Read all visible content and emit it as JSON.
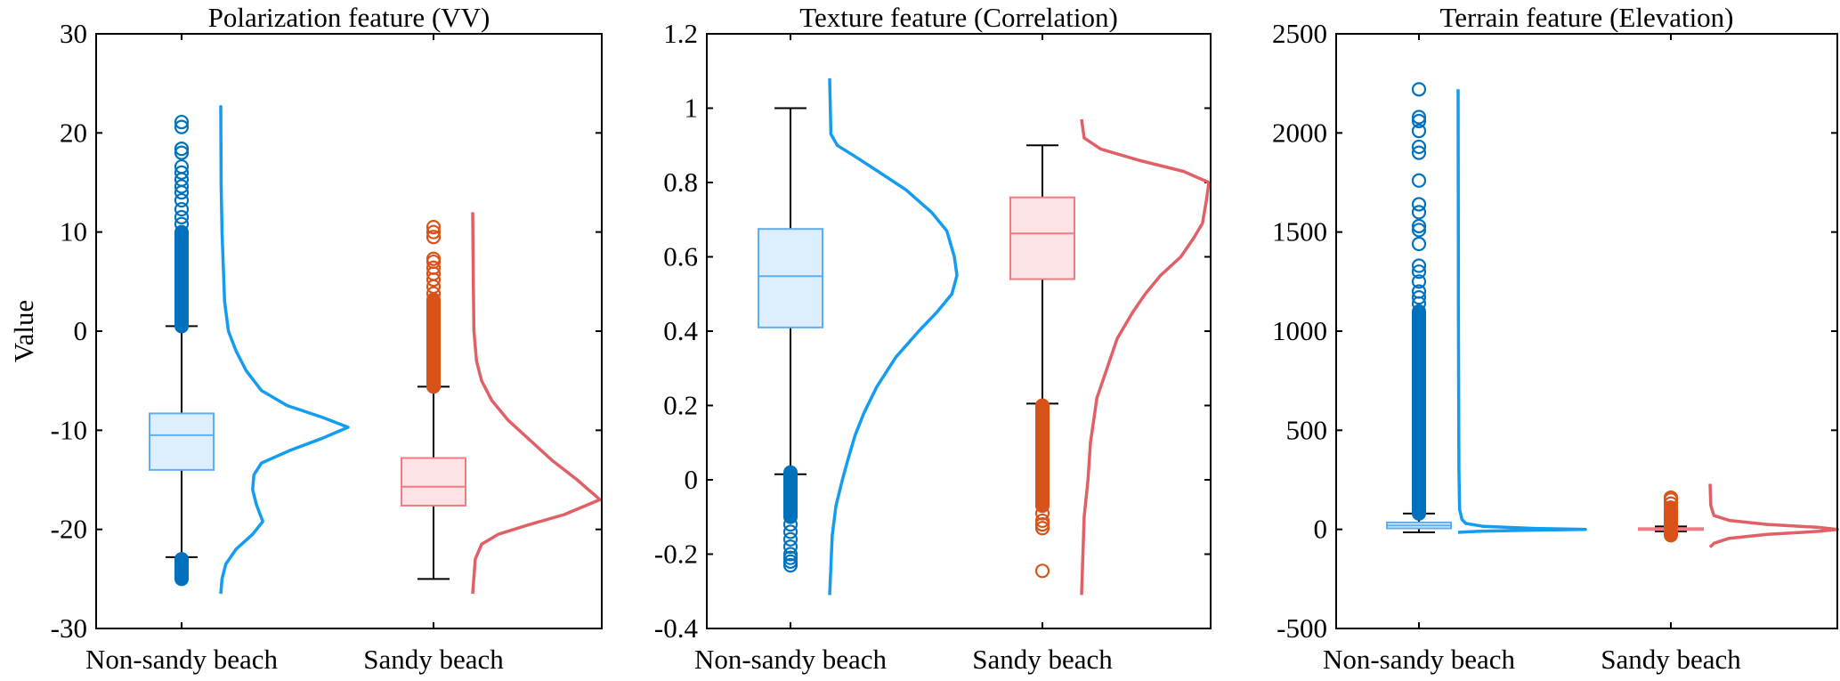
{
  "colors": {
    "outlier_nonsandy": "#0072BD",
    "outlier_sandy": "#D95319",
    "kde_nonsandy": "#139CF0",
    "kde_sandy": "#E06066",
    "box_nonsandy_edge": "#5EAEF0",
    "box_nonsandy_fill": "#DDEEFD",
    "box_sandy_edge": "#F07B80",
    "box_sandy_fill": "#FDE3E5"
  },
  "ylabel": "Value",
  "chart_data": [
    {
      "type": "box",
      "title": "Polarization feature (VV)",
      "ylim": [
        -30,
        30
      ],
      "yticks": [
        -30,
        -20,
        -10,
        0,
        10,
        20,
        30
      ],
      "ytick_labels": [
        "-30",
        "-20",
        "-10",
        "0",
        "10",
        "20",
        "30"
      ],
      "categories": [
        "Non-sandy beach",
        "Sandy beach"
      ],
      "series": [
        {
          "name": "Non-sandy beach",
          "q1": -14.0,
          "median": -10.5,
          "q3": -8.3,
          "whisker_low": -22.8,
          "whisker_high": 0.5,
          "dense_outliers": [
            [
              0.5,
              10.0
            ],
            [
              -25.0,
              -23.0
            ]
          ],
          "outliers": [
            10.8,
            11.5,
            12.3,
            13.2,
            14.0,
            14.6,
            15.3,
            16.0,
            16.6,
            18.0,
            18.4,
            20.6,
            21.1
          ],
          "kde": [
            [
              22.8,
              0
            ],
            [
              15,
              0.003
            ],
            [
              10,
              0.01
            ],
            [
              3,
              0.03
            ],
            [
              0,
              0.06
            ],
            [
              -2,
              0.12
            ],
            [
              -4,
              0.2
            ],
            [
              -6,
              0.32
            ],
            [
              -7.5,
              0.52
            ],
            [
              -8.7,
              0.8
            ],
            [
              -9.7,
              1.0
            ],
            [
              -10.8,
              0.8
            ],
            [
              -12,
              0.55
            ],
            [
              -13.3,
              0.32
            ],
            [
              -14.5,
              0.26
            ],
            [
              -16,
              0.25
            ],
            [
              -17.5,
              0.28
            ],
            [
              -19.2,
              0.33
            ],
            [
              -20.5,
              0.25
            ],
            [
              -22,
              0.12
            ],
            [
              -23.5,
              0.04
            ],
            [
              -25,
              0.01
            ],
            [
              -26.5,
              0
            ]
          ]
        },
        {
          "name": "Sandy beach",
          "q1": -17.6,
          "median": -15.7,
          "q3": -12.8,
          "whisker_low": -25.0,
          "whisker_high": -5.6,
          "dense_outliers": [
            [
              -5.6,
              3.2
            ]
          ],
          "outliers": [
            3.8,
            4.5,
            5.2,
            5.8,
            6.4,
            7.0,
            7.3,
            9.5,
            10.0,
            10.5
          ],
          "kde": [
            [
              12,
              0
            ],
            [
              5,
              0.005
            ],
            [
              0,
              0.01
            ],
            [
              -3,
              0.03
            ],
            [
              -5,
              0.07
            ],
            [
              -7,
              0.15
            ],
            [
              -9,
              0.28
            ],
            [
              -11,
              0.45
            ],
            [
              -13,
              0.62
            ],
            [
              -15,
              0.82
            ],
            [
              -17,
              1.0
            ],
            [
              -18.5,
              0.72
            ],
            [
              -19.5,
              0.45
            ],
            [
              -20.5,
              0.2
            ],
            [
              -21.5,
              0.07
            ],
            [
              -23,
              0.02
            ],
            [
              -26.5,
              0
            ]
          ]
        }
      ]
    },
    {
      "type": "box",
      "title": "Texture feature (Correlation)",
      "ylim": [
        -0.4,
        1.2
      ],
      "yticks": [
        -0.4,
        -0.2,
        0,
        0.2,
        0.4,
        0.6,
        0.8,
        1,
        1.2
      ],
      "ytick_labels": [
        "-0.4",
        "-0.2",
        "0",
        "0.2",
        "0.4",
        "0.6",
        "0.8",
        "1",
        "1.2"
      ],
      "categories": [
        "Non-sandy beach",
        "Sandy beach"
      ],
      "series": [
        {
          "name": "Non-sandy beach",
          "q1": 0.41,
          "median": 0.548,
          "q3": 0.675,
          "whisker_low": 0.015,
          "whisker_high": 1.0,
          "dense_outliers": [
            [
              -0.1,
              0.02
            ]
          ],
          "outliers": [
            -0.12,
            -0.14,
            -0.16,
            -0.18,
            -0.2,
            -0.21,
            -0.22,
            -0.23
          ],
          "kde": [
            [
              1.08,
              0
            ],
            [
              0.93,
              0.01
            ],
            [
              0.9,
              0.06
            ],
            [
              0.87,
              0.2
            ],
            [
              0.83,
              0.38
            ],
            [
              0.78,
              0.6
            ],
            [
              0.72,
              0.8
            ],
            [
              0.67,
              0.92
            ],
            [
              0.6,
              0.98
            ],
            [
              0.55,
              1.0
            ],
            [
              0.5,
              0.96
            ],
            [
              0.45,
              0.84
            ],
            [
              0.4,
              0.7
            ],
            [
              0.33,
              0.52
            ],
            [
              0.25,
              0.37
            ],
            [
              0.18,
              0.27
            ],
            [
              0.12,
              0.2
            ],
            [
              0.05,
              0.14
            ],
            [
              0,
              0.1
            ],
            [
              -0.07,
              0.05
            ],
            [
              -0.15,
              0.02
            ],
            [
              -0.31,
              0
            ]
          ]
        },
        {
          "name": "Sandy beach",
          "q1": 0.54,
          "median": 0.663,
          "q3": 0.76,
          "whisker_low": 0.205,
          "whisker_high": 0.9,
          "dense_outliers": [
            [
              -0.07,
              0.2
            ]
          ],
          "outliers": [
            -0.09,
            -0.11,
            -0.12,
            -0.13,
            -0.245
          ],
          "kde": [
            [
              0.97,
              0
            ],
            [
              0.92,
              0.02
            ],
            [
              0.89,
              0.15
            ],
            [
              0.86,
              0.45
            ],
            [
              0.83,
              0.8
            ],
            [
              0.8,
              1.0
            ],
            [
              0.75,
              0.98
            ],
            [
              0.69,
              0.95
            ],
            [
              0.65,
              0.88
            ],
            [
              0.6,
              0.78
            ],
            [
              0.55,
              0.62
            ],
            [
              0.5,
              0.5
            ],
            [
              0.45,
              0.4
            ],
            [
              0.38,
              0.28
            ],
            [
              0.3,
              0.2
            ],
            [
              0.22,
              0.12
            ],
            [
              0.1,
              0.07
            ],
            [
              0,
              0.05
            ],
            [
              -0.1,
              0.02
            ],
            [
              -0.31,
              0
            ]
          ]
        }
      ]
    },
    {
      "type": "box",
      "title": "Terrain feature (Elevation)",
      "ylim": [
        -500,
        2500
      ],
      "yticks": [
        -500,
        0,
        500,
        1000,
        1500,
        2000,
        2500
      ],
      "ytick_labels": [
        "-500",
        "0",
        "500",
        "1000",
        "1500",
        "2000",
        "2500"
      ],
      "categories": [
        "Non-sandy beach",
        "Sandy beach"
      ],
      "series": [
        {
          "name": "Non-sandy beach",
          "q1": 5,
          "median": 20,
          "q3": 35,
          "whisker_low": -15,
          "whisker_high": 80,
          "dense_outliers": [
            [
              80,
              1100
            ]
          ],
          "outliers": [
            1140,
            1170,
            1200,
            1250,
            1300,
            1330,
            1440,
            1510,
            1530,
            1600,
            1640,
            1760,
            1900,
            1930,
            2010,
            2060,
            2080,
            2220
          ],
          "kde": [
            [
              2220,
              0
            ],
            [
              1000,
              0.003
            ],
            [
              300,
              0.006
            ],
            [
              100,
              0.012
            ],
            [
              50,
              0.03
            ],
            [
              30,
              0.06
            ],
            [
              15,
              0.2
            ],
            [
              5,
              0.6
            ],
            [
              0,
              1.0
            ],
            [
              -5,
              0.5
            ],
            [
              -10,
              0.15
            ],
            [
              -15,
              0
            ]
          ]
        },
        {
          "name": "Sandy beach",
          "q1": -3,
          "median": 2,
          "q3": 6,
          "whisker_low": -10,
          "whisker_high": 15,
          "dense_outliers": [
            [
              15,
              110
            ],
            [
              -30,
              -10
            ]
          ],
          "outliers": [
            130,
            150,
            160
          ],
          "kde": [
            [
              230,
              0
            ],
            [
              120,
              0.006
            ],
            [
              70,
              0.03
            ],
            [
              45,
              0.15
            ],
            [
              25,
              0.45
            ],
            [
              10,
              0.85
            ],
            [
              0,
              1.0
            ],
            [
              -10,
              0.85
            ],
            [
              -25,
              0.45
            ],
            [
              -45,
              0.15
            ],
            [
              -70,
              0.03
            ],
            [
              -90,
              0
            ]
          ]
        }
      ]
    }
  ]
}
